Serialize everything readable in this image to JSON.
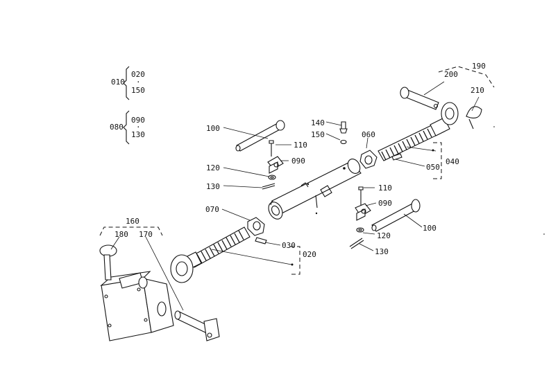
{
  "diagram": {
    "group_labels": {
      "g010": "010",
      "g010_a": "020",
      "g010_sep": "·",
      "g010_b": "150",
      "g080": "080",
      "g080_a": "090",
      "g080_sep": "·",
      "g080_b": "130"
    },
    "labels": {
      "p100_top": "100",
      "p110_top": "110",
      "p090_top": "090",
      "p120_top": "120",
      "p130_top": "130",
      "p140": "140",
      "p150": "150",
      "p060": "060",
      "p050": "050",
      "p040": "040",
      "p190": "190",
      "p200": "200",
      "p210": "210",
      "p110_bot": "110",
      "p090_bot": "090",
      "p100_bot": "100",
      "p120_bot": "120",
      "p130_bot": "130",
      "p070": "070",
      "p030": "030",
      "p020": "020",
      "p160": "160",
      "p180": "180",
      "p170": "170"
    }
  }
}
